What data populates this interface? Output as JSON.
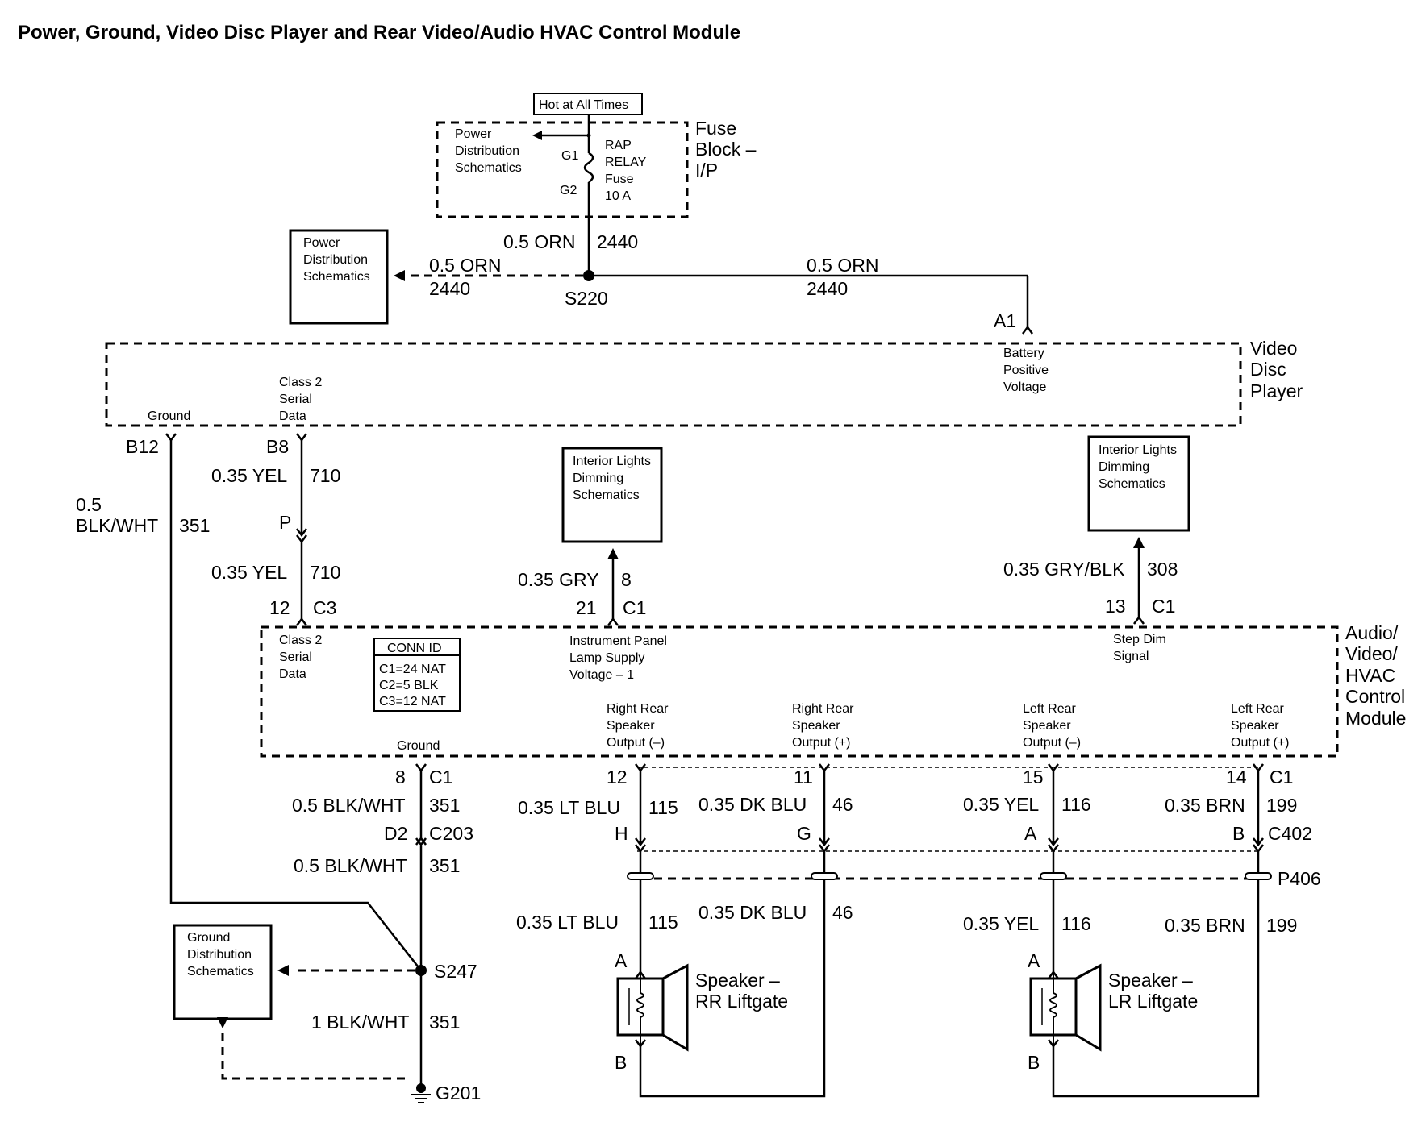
{
  "title": "Power, Ground, Video Disc Player and Rear Video/Audio HVAC Control Module",
  "fuse_block": {
    "hot_label": "Hot at All Times",
    "pds_lines": [
      "Power",
      "Distribution",
      "Schematics"
    ],
    "g1": "G1",
    "g2": "G2",
    "fuse_lines": [
      "RAP",
      "RELAY",
      "Fuse",
      "10 A"
    ],
    "name_lines": [
      "Fuse",
      "Block –",
      "I/P"
    ]
  },
  "power_feed": {
    "fuse_wire": "0.5 ORN",
    "fuse_circuit": "2440",
    "left_wire": "0.5 ORN",
    "left_circuit": "2440",
    "right_wire": "0.5 ORN",
    "right_circuit": "2440",
    "splice": "S220",
    "pds_box_lines": [
      "Power",
      "Distribution",
      "Schematics"
    ]
  },
  "vdp": {
    "name_lines": [
      "Video",
      "Disc",
      "Player"
    ],
    "a1_pin": "A1",
    "battery_lines": [
      "Battery",
      "Positive",
      "Voltage"
    ],
    "ground_label": "Ground",
    "class2_lines": [
      "Class 2",
      "Serial",
      "Data"
    ],
    "b12_pin": "B12",
    "b8_pin": "B8"
  },
  "ground_wire": {
    "gauge": "0.5",
    "color": "BLK/WHT",
    "circuit": "351"
  },
  "class2_wire": {
    "upper_wire": "0.35 YEL",
    "upper_circuit": "710",
    "p_label": "P",
    "lower_wire": "0.35 YEL",
    "lower_circuit": "710",
    "pin": "12",
    "conn": "C3"
  },
  "dimming_left": {
    "box_lines": [
      "Interior Lights",
      "Dimming",
      "Schematics"
    ],
    "wire": "0.35 GRY",
    "circuit": "8",
    "pin": "21",
    "conn": "C1"
  },
  "dimming_right": {
    "box_lines": [
      "Interior Lights",
      "Dimming",
      "Schematics"
    ],
    "wire": "0.35 GRY/BLK",
    "circuit": "308",
    "pin": "13",
    "conn": "C1"
  },
  "avhm": {
    "name_lines": [
      "Audio/",
      "Video/",
      "HVAC",
      "Control",
      "Module"
    ],
    "class2_lines": [
      "Class 2",
      "Serial",
      "Data"
    ],
    "conn_id": {
      "title": "CONN ID",
      "lines": [
        "C1=24 NAT",
        "C2=5 BLK",
        "C3=12 NAT"
      ]
    },
    "ipl_lines": [
      "Instrument Panel",
      "Lamp Supply",
      "Voltage – 1"
    ],
    "step_dim_lines": [
      "Step Dim",
      "Signal"
    ],
    "ground_label": "Ground",
    "outputs": [
      {
        "lines": [
          "Right Rear",
          "Speaker",
          "Output (–)"
        ]
      },
      {
        "lines": [
          "Right Rear",
          "Speaker",
          "Output (+)"
        ]
      },
      {
        "lines": [
          "Left Rear",
          "Speaker",
          "Output (–)"
        ]
      },
      {
        "lines": [
          "Left Rear",
          "Speaker",
          "Output (+)"
        ]
      }
    ]
  },
  "ground_path": {
    "pin": "8",
    "conn": "C1",
    "wire1": "0.5 BLK/WHT",
    "circuit1": "351",
    "d2": "D2",
    "c203": "C203",
    "wire2": "0.5 BLK/WHT",
    "circuit2": "351",
    "splice": "S247",
    "wire3": "1 BLK/WHT",
    "circuit3": "351",
    "ground": "G201",
    "gds_box_lines": [
      "Ground",
      "Distribution",
      "Schematics"
    ]
  },
  "speaker_wires": [
    {
      "pin": "12",
      "wire_top": "0.35 LT BLU",
      "circuit_top": "115",
      "c402": "H",
      "wire_bot": "0.35 LT BLU",
      "circuit_bot": "115"
    },
    {
      "pin": "11",
      "wire_top": "0.35 DK BLU",
      "circuit_top": "46",
      "c402": "G",
      "wire_bot": "0.35 DK BLU",
      "circuit_bot": "46"
    },
    {
      "pin": "15",
      "wire_top": "0.35 YEL",
      "circuit_top": "116",
      "c402": "A",
      "wire_bot": "0.35 YEL",
      "circuit_bot": "116"
    },
    {
      "pin": "14",
      "conn": "C1",
      "wire_top": "0.35 BRN",
      "circuit_top": "199",
      "c402": "B",
      "c402_label": "C402",
      "wire_bot": "0.35 BRN",
      "circuit_bot": "199"
    }
  ],
  "p406": "P406",
  "speakers": [
    {
      "a": "A",
      "b": "B",
      "lines": [
        "Speaker –",
        "RR Liftgate"
      ]
    },
    {
      "a": "A",
      "b": "B",
      "lines": [
        "Speaker –",
        "LR Liftgate"
      ]
    }
  ]
}
